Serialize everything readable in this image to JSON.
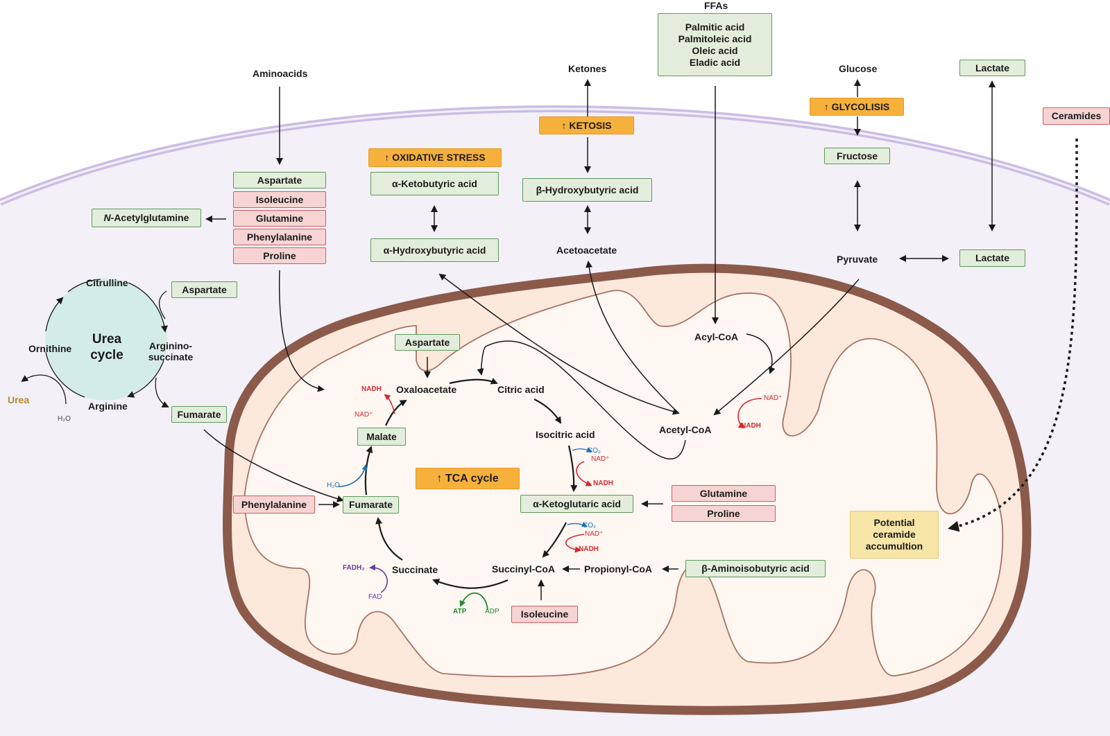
{
  "colors": {
    "green": "#e3eddb",
    "red": "#f6d4d4",
    "orange": "#f6b13c",
    "yellow": "#f8e6a8",
    "mito": "#8b5a4a",
    "nadh": "#d7262e",
    "co2": "#1a6fb8",
    "atp": "#1f8a2c",
    "fad": "#6a3aa0",
    "urea": "#b8862f"
  },
  "external": {
    "aminoacids": "Aminoacids",
    "ketones": "Ketones",
    "ffas_title": "FFAs",
    "ffas": [
      "Palmitic acid",
      "Palmitoleic acid",
      "Oleic acid",
      "Eladic acid"
    ],
    "glucose": "Glucose",
    "lactate_top": "Lactate",
    "ceramides": "Ceramides"
  },
  "labels": {
    "oxidative_stress": "↑ OXIDATIVE STRESS",
    "ketosis": "↑ KETOSIS",
    "glycolisis": "↑ GLYCOLISIS",
    "a_ketobutyric": "α-Ketobutyric acid",
    "a_hydroxybutyric": "α-Hydroxybutyric acid",
    "b_hydroxybutyric": "β-Hydroxybutyric acid",
    "acetoacetate": "Acetoacetate",
    "fructose": "Fructose",
    "pyruvate": "Pyruvate",
    "lactate_mid": "Lactate",
    "amino_list": [
      "Aspartate",
      "Isoleucine",
      "Glutamine",
      "Phenylalanine",
      "Proline"
    ],
    "n_acetyl_italic": "N",
    "n_acetyl_rest": "-Acetylglutamine"
  },
  "urea_cycle": {
    "title_line1": "Urea",
    "title_line2": "cycle",
    "citrulline": "Citrulline",
    "aspartate": "Aspartate",
    "arginino_line1": "Arginino-",
    "arginino_line2": "succinate",
    "ornithine": "Ornithine",
    "arginine": "Arginine",
    "fumarate": "Fumarate",
    "urea": "Urea",
    "h2o": "H₂O"
  },
  "mito": {
    "acyl_coa": "Acyl-CoA",
    "acetyl_coa": "Acetyl-CoA",
    "aspartate": "Aspartate",
    "oxaloacetate": "Oxaloacetate",
    "citric_acid": "Citric acid",
    "isocitric_acid": "Isocitric acid",
    "a_ketoglutaric": "α-Ketoglutaric acid",
    "succinyl_coa": "Succinyl-CoA",
    "propionyl_coa": "Propionyl-CoA",
    "b_aminoisobutyric": "β-Aminoisobutyric acid",
    "succinate": "Succinate",
    "fumarate": "Fumarate",
    "malate": "Malate",
    "phenylalanine": "Phenylalanine",
    "glutamine": "Glutamine",
    "proline": "Proline",
    "isoleucine": "Isoleucine",
    "tca": "↑ TCA cycle",
    "ceramide_line1": "Potential",
    "ceramide_line2": "ceramide",
    "ceramide_line3": "accumultion",
    "nadh": "NADH",
    "nad": "NAD⁺",
    "co2": "CO₂",
    "atp": "ATP",
    "adp": "ADP",
    "fadh2": "FADH₂",
    "fad": "FAD",
    "h2o": "H₂O"
  }
}
